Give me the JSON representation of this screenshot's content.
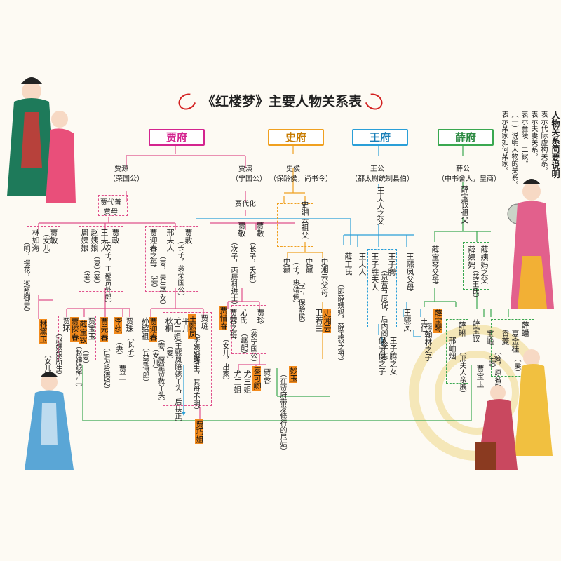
{
  "title": "《红楼梦》主要人物关系表",
  "families": {
    "jia": "贾府",
    "shi": "史府",
    "wang": "王府",
    "xue": "薛府"
  },
  "colors": {
    "jia": "#d4248f",
    "shi": "#f0a020",
    "wang": "#2a9fd8",
    "xue": "#3aa850",
    "highlight": "#f28a1c",
    "line_red": "#e0508c"
  },
  "legend": {
    "heading": "人物关系简要说明",
    "items": [
      "表示代际虚构关系。",
      "表示夫妻关系。",
      "表示金陵十二钗。",
      "（一）说明人物的关系。",
      "表示某家如何某家。"
    ]
  },
  "jia": {
    "jia_yuan": "贾源",
    "jia_yuan_note": "（荣国公）",
    "jia_yan": "贾演",
    "jia_yan_note": "（宁国公）",
    "jia_daishan": "贾代善",
    "jia_mu": "贾母",
    "jia_daihua": "贾代化",
    "jia_min": "贾敏",
    "jia_min_note": "（女儿）",
    "lin_ruhai": "林如海",
    "lin_ruhai_note": "（明，探花，巡盐御史）",
    "jia_zheng": "贾政",
    "jia_zheng_note": "（次子，工部员外郎）",
    "wang_furen": "王夫人",
    "wang_furen_note": "（妻）",
    "zhao_yiniang": "赵姨娘",
    "zhao_note": "（妾）",
    "zhou_yiniang": "周姨娘",
    "zhou_note": "（妾）",
    "jia_she": "贾赦",
    "jia_she_note": "（长子，袭荣国公）",
    "xing_furen": "邢夫人",
    "xing_note": "（妻，夫生子女）",
    "yingchun_mother": "贾迎春之母",
    "yingchun_mother_note": "（妾）",
    "jia_jing": "贾敬",
    "jia_jing_note": "（次子，丙辰科进士）",
    "jia_fu": "贾敷",
    "jia_fu_note": "（长子，夭折）",
    "jia_zhen": "贾珍",
    "jia_zhen_note": "（袭宁国公）",
    "you_shi": "尤氏",
    "you_shi_note": "（继配）",
    "jia_rong_mother": "贾蓉之母",
    "you_er": "尤二姐",
    "you_san": "尤三姐",
    "jia_xichun": "贾惜春",
    "jia_xichun_note": "（女儿，出家）",
    "jia_rong": "贾蓉",
    "qin_keqing": "秦可卿",
    "lin_daiyu": "林黛玉",
    "lin_daiyu_note": "（女儿）",
    "jia_huan": "贾环",
    "jia_huan_note": "（赵姨娘所生）",
    "jia_tanchun": "贾探春",
    "jia_tanchun_note": "（赵姨娘所生）",
    "jia_baoyu": "贾宝玉",
    "xue_baochai_wife": "薛宝钗",
    "xue_baochai_wife_note": "（妻）",
    "jia_yuanchun": "贾元春",
    "jia_yuanchun_note": "（后为贤德妃）",
    "li_wan": "李纨",
    "li_wan_note": "（妻）",
    "jia_zhu": "贾珠",
    "jia_zhu_note": "（长子）",
    "jia_lan": "贾兰",
    "jia_yingchun": "贾迎春",
    "jia_yingchun_note": "（女儿）",
    "sun_shaozu": "孙绍祖",
    "sun_note": "（兵部侍郎）",
    "jia_lian": "贾琏",
    "jia_lian_note": "（李姨娘所生，其母不明）",
    "wang_xifeng": "王熙凤",
    "wang_xifeng_note": "（妻）",
    "ping_er": "平儿",
    "ping_er_note": "（王熙凤陪嫁丫头，后扶正）",
    "you_erjie2": "尤二姐",
    "you_erjie2_note": "（妾）",
    "qiu_tong": "秋桐",
    "qiu_tong_note": "（妾，原是贾赦丫头）",
    "jia_qiaojie": "贾巧姐",
    "miao_yu": "妙玉",
    "miao_yu_note": "（在贾府带发修行的尼姑）"
  },
  "shi": {
    "shi_hou": "史侯",
    "shi_hou_note": "（保龄侯，尚书令）",
    "shi_xiangyun_grandfather": "史湘云祖父",
    "shi_ding": "史鼐",
    "shi_ding_note": "（子，忠靖侯）",
    "shi_nai": "史鼐",
    "shi_nai_note": "（子，保龄侯）",
    "shi_xiangyun_father": "史湘云父母",
    "shi_xiangyun": "史湘云",
    "wei_ruolan": "卫若兰"
  },
  "wang": {
    "wang_gong": "王公",
    "wang_gong_note": "（都太尉统制县伯）",
    "wang_furen_father": "王夫人之父",
    "xue_wangshi": "薛王氏",
    "xue_wangshi_note": "（即薛姨妈，薛宝钗之母）",
    "wang_furen2": "王夫人",
    "wang_zitang": "王子腾",
    "wang_zitang_note": "（京营节度使，后内阁大学士）",
    "wang_zisheng": "王子胜夫人",
    "wang_xifeng_father": "王熙凤父母",
    "wang_ren": "王仁",
    "wang_xifeng2": "王熙凤",
    "wang_zitang_daughter": "王子腾之女",
    "baoning_son": "保宁侯之子"
  },
  "xue": {
    "xue_gong": "薛公",
    "xue_gong_note": "（中书舍人，皇商）",
    "xue_baochai_grandfather": "薛宝钗祖父",
    "xue_baoqin_father": "薛宝琴父母",
    "xue_yima_father": "薛姨妈之父",
    "xue_yima": "薛姨妈",
    "xue_yima_note": "（薛王氏）",
    "xue_baoqin": "薛宝琴",
    "mei_hanlin": "梅翰林之子",
    "xue_ke": "薛蝌",
    "xing_xiuyan": "邢岫烟",
    "xing_xiuyan_note": "（邢夫人亲戚）",
    "xue_baochai": "薛宝钗",
    "xue_pan": "薛蟠",
    "xia_jingui": "夏金桂",
    "xia_note": "（妻）",
    "xiang_ling": "香菱",
    "xiang_ling_note": "（妾，原名甄英莲）",
    "bao_chan": "宝蟾",
    "bao_chan_note": "（妾）",
    "jia_baoyu2": "贾宝玉"
  }
}
